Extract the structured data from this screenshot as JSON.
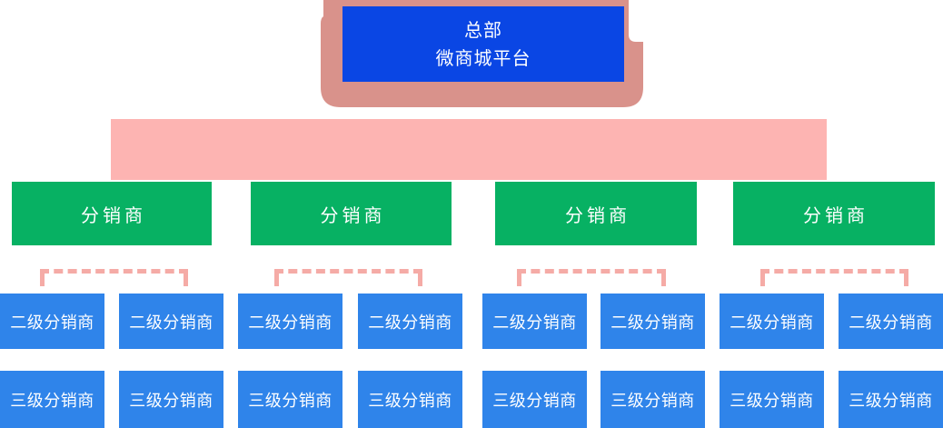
{
  "root_node": {
    "line1": "总部",
    "line2": "微商城平台"
  },
  "level1_nodes": [
    {
      "label": "分销商"
    },
    {
      "label": "分销商"
    },
    {
      "label": "分销商"
    },
    {
      "label": "分销商"
    }
  ],
  "level2_nodes": [
    {
      "label": "二级分销商"
    },
    {
      "label": "二级分销商"
    },
    {
      "label": "二级分销商"
    },
    {
      "label": "二级分销商"
    },
    {
      "label": "二级分销商"
    },
    {
      "label": "二级分销商"
    },
    {
      "label": "二级分销商"
    },
    {
      "label": "二级分销商"
    }
  ],
  "level3_nodes": [
    {
      "label": "三级分销商"
    },
    {
      "label": "三级分销商"
    },
    {
      "label": "三级分销商"
    },
    {
      "label": "三级分销商"
    },
    {
      "label": "三级分销商"
    },
    {
      "label": "三级分销商"
    },
    {
      "label": "三级分销商"
    },
    {
      "label": "三级分销商"
    }
  ],
  "colors": {
    "hq-blue": "#0a46e4",
    "node-blue": "#2f84ea",
    "node-green": "#07b163",
    "backdrop-salmon": "#d9928b",
    "band-pink": "#fdb4b2",
    "bracket-pink": "#f5aba6",
    "node-text": "#ffffff"
  }
}
